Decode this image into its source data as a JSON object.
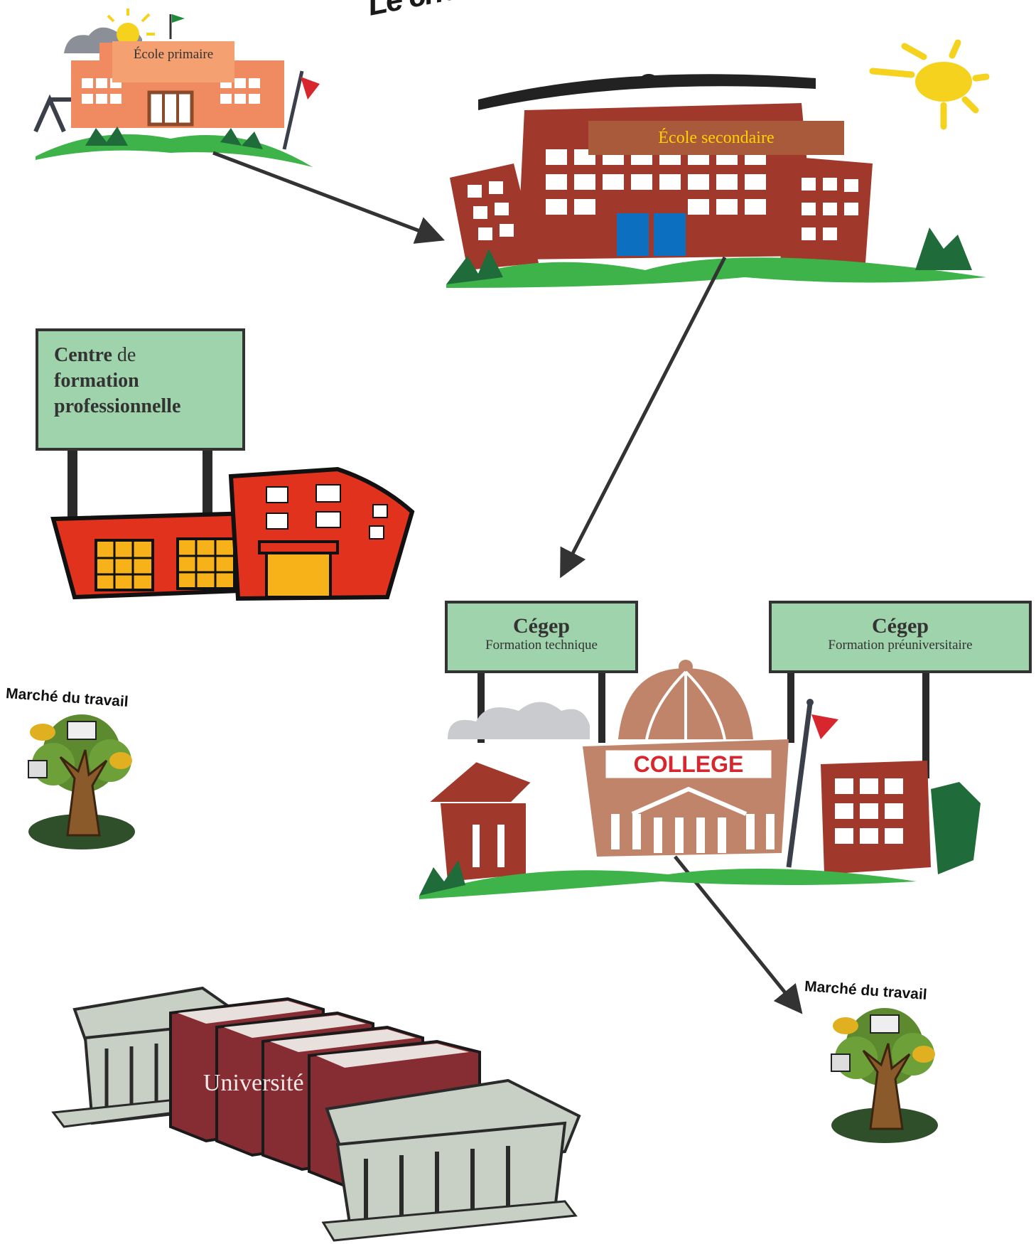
{
  "title": {
    "text": "Le cheminement scolaire d'un"
  },
  "nodes": {
    "ecole_primaire": "École primaire",
    "ecole_secondaire": "École secondaire",
    "centre_formation": {
      "bold1": "Centre",
      "normal": " de",
      "bold2": "formation",
      "bold3": "professionnelle"
    },
    "cegep_technique": {
      "title": "Cégep",
      "subtitle": "Formation technique"
    },
    "cegep_preuniversitaire": {
      "title": "Cégep",
      "subtitle": "Formation préuniversitaire"
    },
    "college_sign": "COLLEGE",
    "marche_travail_1": "Marché du travail",
    "marche_travail_2": "Marché du travail",
    "universite": "Université"
  },
  "colors": {
    "brick": "#a0392b",
    "grass": "#3db34a",
    "dark_green": "#1f6b3a",
    "sign_green": "#9fd3ac",
    "sun": "#f5d21e"
  }
}
